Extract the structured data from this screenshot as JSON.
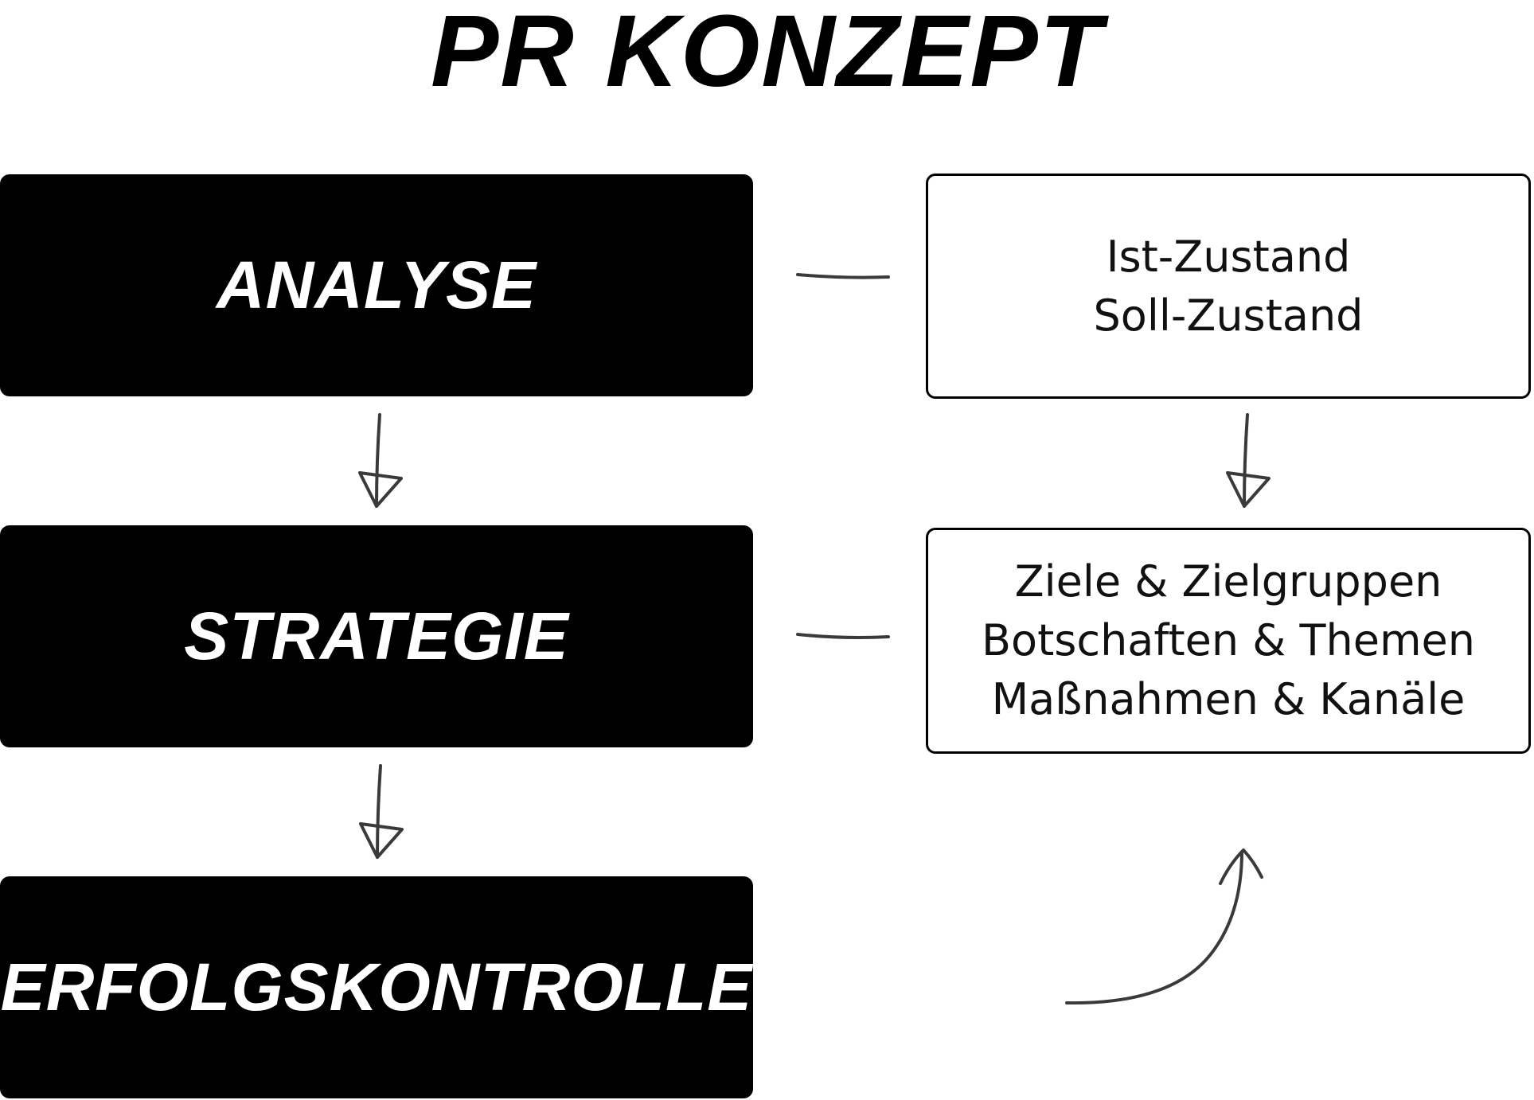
{
  "title": "PR KONZEPT",
  "steps": [
    {
      "label": "ANALYSE"
    },
    {
      "label": "STRATEGIE"
    },
    {
      "label": "ERFOLGSKONTROLLE"
    }
  ],
  "details": [
    {
      "lines": [
        "Ist-Zustand",
        "Soll-Zustand"
      ]
    },
    {
      "lines": [
        "Ziele & Zielgruppen",
        "Botschaften & Themen",
        "Maßnahmen & Kanäle"
      ]
    }
  ]
}
